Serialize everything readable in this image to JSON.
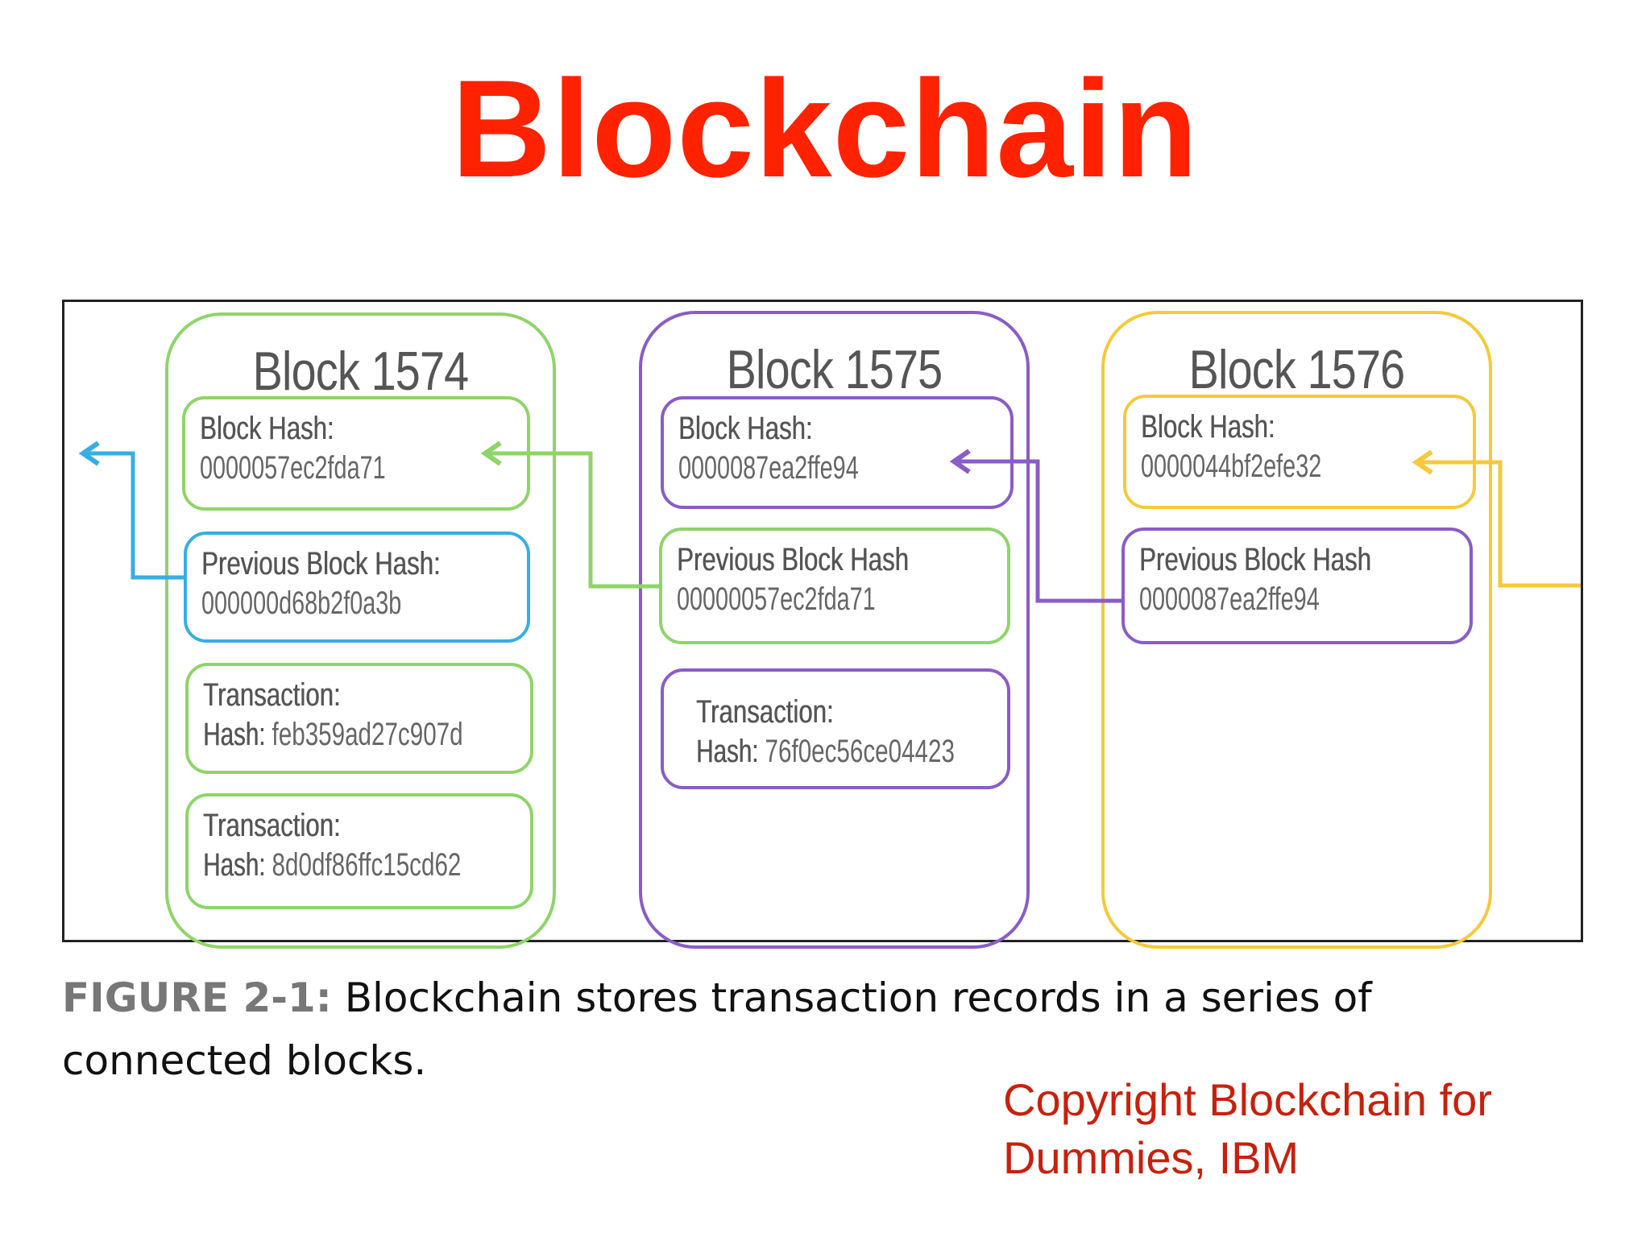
{
  "title": "Blockchain",
  "colors": {
    "title": "#ff2200",
    "block_1574": "#8fd46a",
    "block_1575": "#8a5cc6",
    "block_1576": "#f5c93a",
    "prev_hash_1574": "#36aee3",
    "copyright": "#c8200c"
  },
  "blocks": [
    {
      "title": "Block 1574",
      "block_hash_label": "Block Hash:",
      "block_hash_value": "0000057ec2fda71",
      "prev_hash_label": "Previous Block Hash:",
      "prev_hash_value": "000000d68b2f0a3b",
      "transactions": [
        {
          "label": "Transaction:",
          "hash_prefix": "Hash:",
          "hash": " feb359ad27c907d"
        },
        {
          "label": "Transaction:",
          "hash_prefix": "Hash:",
          "hash": " 8d0df86ffc15cd62"
        }
      ]
    },
    {
      "title": "Block 1575",
      "block_hash_label": "Block Hash:",
      "block_hash_value": "0000087ea2ffe94",
      "prev_hash_label": "Previous Block Hash",
      "prev_hash_value": "00000057ec2fda71",
      "transactions": [
        {
          "label": "Transaction:",
          "hash_prefix": "Hash:",
          "hash": " 76f0ec56ce04423"
        }
      ]
    },
    {
      "title": "Block 1576",
      "block_hash_label": "Block Hash:",
      "block_hash_value": "0000044bf2efe32",
      "prev_hash_label": "Previous Block Hash",
      "prev_hash_value": "0000087ea2ffe94",
      "transactions": []
    }
  ],
  "caption": {
    "figure_label": "FIGURE 2-1:",
    "text": " Blockchain stores transaction records in a series of connected blocks."
  },
  "copyright": {
    "line1": "Copyright Blockchain for",
    "line2": "Dummies, IBM"
  }
}
